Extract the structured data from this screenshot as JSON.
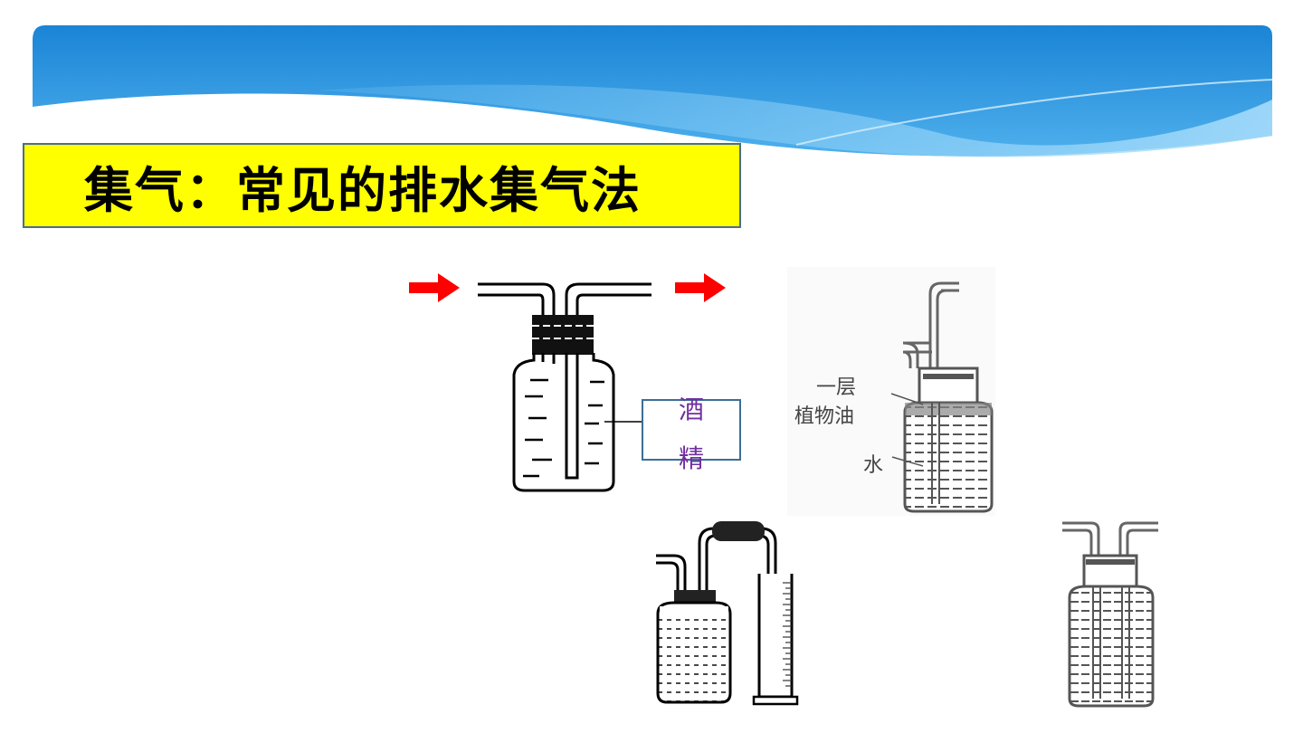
{
  "slide": {
    "title": "集气：常见的排水集气法",
    "colors": {
      "title_bg": "#ffff00",
      "banner": "#1e88d8",
      "arrow": "#ff0000",
      "label_text": "#7030a0"
    }
  },
  "figures": {
    "gas_bottle_1": {
      "liquid_label_line1": "酒",
      "liquid_label_line2": "精"
    },
    "gas_bottle_2": {
      "label_oil_line1": "一层",
      "label_oil_line2": "植物油",
      "label_water": "水"
    }
  }
}
